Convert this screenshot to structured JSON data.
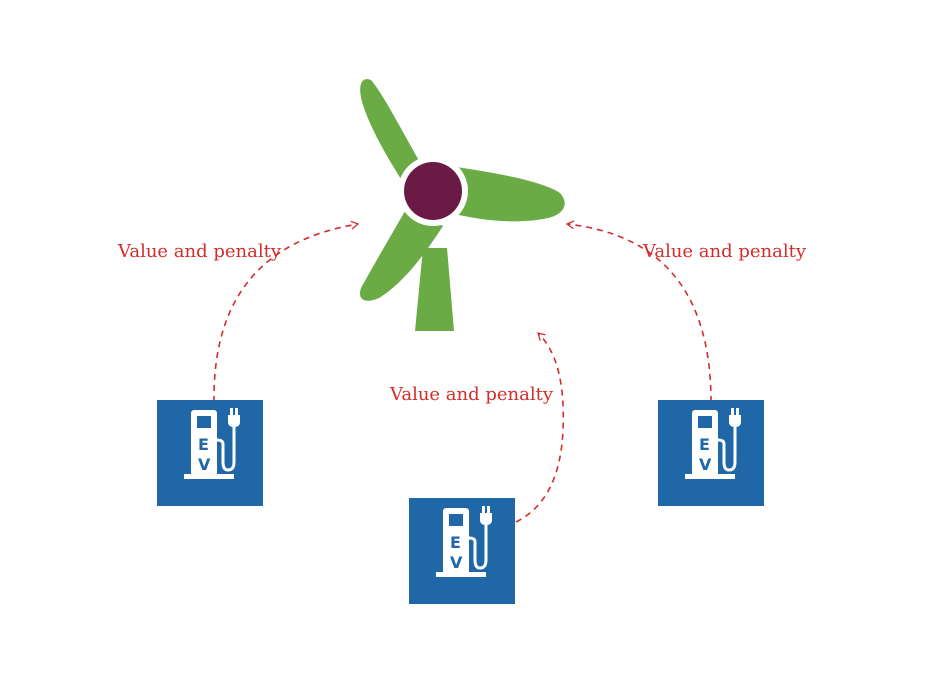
{
  "colors": {
    "turbine_green": "#6aab46",
    "hub_fill": "#6a1a45",
    "charger_blue": "#1f67a6",
    "charger_icon": "#ffffff",
    "arrow_red": "#d42b2b"
  },
  "nodes": {
    "turbine": {
      "icon": "wind-turbine-icon"
    },
    "chargers": [
      {
        "icon": "ev-charging-station-icon",
        "letters": [
          "E",
          "V"
        ]
      },
      {
        "icon": "ev-charging-station-icon",
        "letters": [
          "E",
          "V"
        ]
      },
      {
        "icon": "ev-charging-station-icon",
        "letters": [
          "E",
          "V"
        ]
      }
    ]
  },
  "edges": [
    {
      "from": "charger-left",
      "to": "turbine",
      "label": "Value and penalty",
      "style": "dashed-arrow"
    },
    {
      "from": "charger-center",
      "to": "turbine",
      "label": "Value and penalty",
      "style": "dashed-arrow"
    },
    {
      "from": "charger-right",
      "to": "turbine",
      "label": "Value and penalty",
      "style": "dashed-arrow"
    }
  ]
}
